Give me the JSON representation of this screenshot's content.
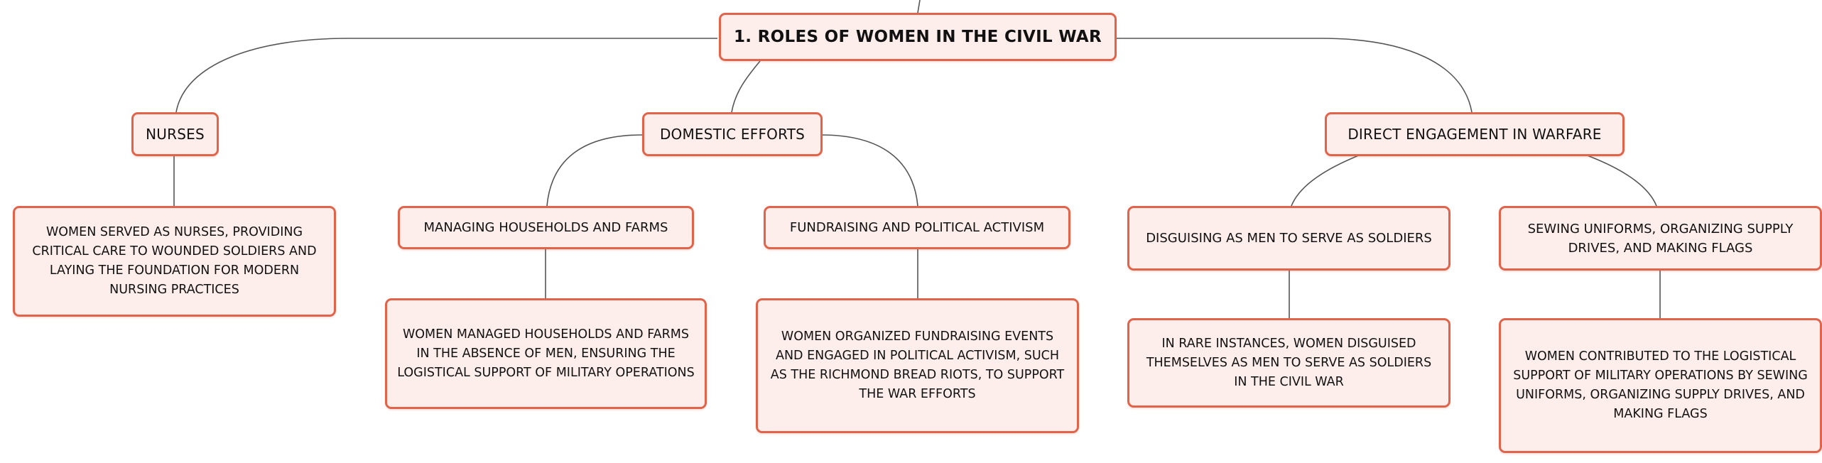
{
  "root": {
    "title": "1. ROLES OF WOMEN IN THE CIVIL WAR"
  },
  "branches": [
    {
      "label": "NURSES",
      "children": [
        {
          "text": "WOMEN SERVED AS NURSES, PROVIDING CRITICAL CARE TO WOUNDED SOLDIERS AND LAYING THE FOUNDATION FOR MODERN NURSING PRACTICES"
        }
      ]
    },
    {
      "label": "DOMESTIC EFFORTS",
      "children": [
        {
          "label": "MANAGING HOUSEHOLDS AND FARMS",
          "detail": "WOMEN MANAGED HOUSEHOLDS AND FARMS IN THE ABSENCE OF MEN, ENSURING THE LOGISTICAL SUPPORT OF MILITARY OPERATIONS"
        },
        {
          "label": "FUNDRAISING AND POLITICAL ACTIVISM",
          "detail": "WOMEN ORGANIZED FUNDRAISING EVENTS AND ENGAGED IN POLITICAL ACTIVISM, SUCH AS THE RICHMOND BREAD RIOTS, TO SUPPORT THE WAR EFFORTS"
        }
      ]
    },
    {
      "label": "DIRECT ENGAGEMENT IN WARFARE",
      "children": [
        {
          "label": "DISGUISING AS MEN TO SERVE AS SOLDIERS",
          "detail": "IN RARE INSTANCES, WOMEN DISGUISED THEMSELVES AS MEN TO SERVE AS SOLDIERS IN THE CIVIL WAR"
        },
        {
          "label": "SEWING UNIFORMS, ORGANIZING SUPPLY DRIVES, AND MAKING FLAGS",
          "detail": "WOMEN CONTRIBUTED TO THE LOGISTICAL SUPPORT OF MILITARY OPERATIONS BY SEWING UNIFORMS, ORGANIZING SUPPLY DRIVES, AND MAKING FLAGS"
        }
      ]
    }
  ],
  "colors": {
    "node_fill": "#fdeeeb",
    "node_border": "#e0634a",
    "connector": "#555555",
    "text": "#111111"
  }
}
